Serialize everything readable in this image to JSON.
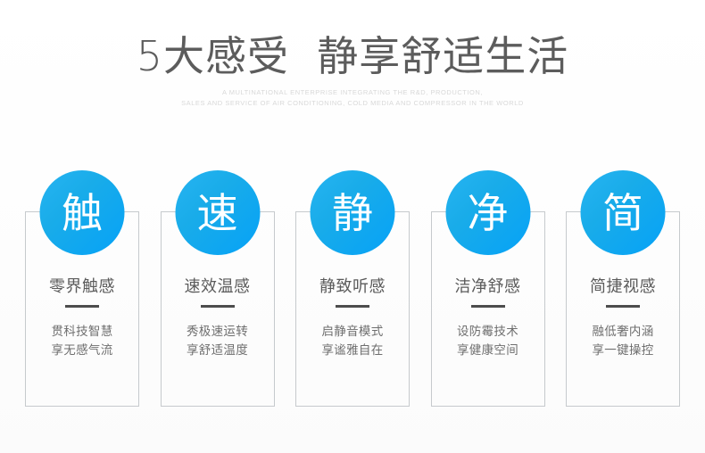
{
  "header": {
    "headline": "5大感受  静享舒适生活",
    "subline_1": "A MULTINATIONAL ENTERPRISE INTEGRATING THE R&D, PRODUCTION,",
    "subline_2": "SALES AND SERVICE OF AIR CONDITIONING, COLD MEDIA AND COMPRESSOR IN THE WORLD"
  },
  "colors": {
    "circle_light": "#27b4f2",
    "circle_dark": "#06a2f7",
    "card_border": "#c6cacd",
    "title_text": "#5b5b5b",
    "body_text": "#6e6e6e",
    "headline_text": "#5c5c5c",
    "subline_text": "#d8d8d8",
    "divider": "#4d4d4d",
    "background": "#ffffff"
  },
  "cards": [
    {
      "glyph": "触",
      "title": "零界触感",
      "desc_line_1": "贯科技智慧",
      "desc_line_2": "享无感气流"
    },
    {
      "glyph": "速",
      "title": "速效温感",
      "desc_line_1": "秀极速运转",
      "desc_line_2": "享舒适温度"
    },
    {
      "glyph": "静",
      "title": "静致听感",
      "desc_line_1": "启静音模式",
      "desc_line_2": "享谧雅自在"
    },
    {
      "glyph": "净",
      "title": "洁净舒感",
      "desc_line_1": "设防霉技术",
      "desc_line_2": "享健康空间"
    },
    {
      "glyph": "简",
      "title": "简捷视感",
      "desc_line_1": "融低奢内涵",
      "desc_line_2": "享一键操控"
    }
  ]
}
